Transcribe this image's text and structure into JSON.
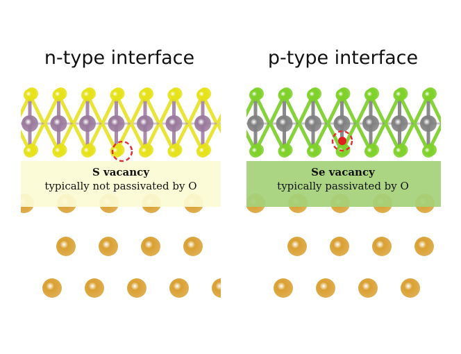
{
  "panels": [
    {
      "title": "n-type interface",
      "label_title": "S vacancy",
      "label_sub": "typically not passivated by O",
      "colors": {
        "chalcogen": "#e6e21a",
        "metal": "#9a7a9c",
        "bond_ch": "#e8e43a",
        "bond_m": "#a98aab",
        "box": "#fcfbd4",
        "vacancy": "#e03030"
      }
    },
    {
      "title": "p-type interface",
      "label_title": "Se vacancy",
      "label_sub": "typically passivated by O",
      "colors": {
        "chalcogen": "#7fd12a",
        "metal": "#808080",
        "bond_ch": "#86d23a",
        "bond_m": "#8a8a8a",
        "box": "#a5d17a",
        "vacancy": "#e03030",
        "oxygen": "#e02020"
      }
    }
  ],
  "substrate_color": "#d9a032"
}
